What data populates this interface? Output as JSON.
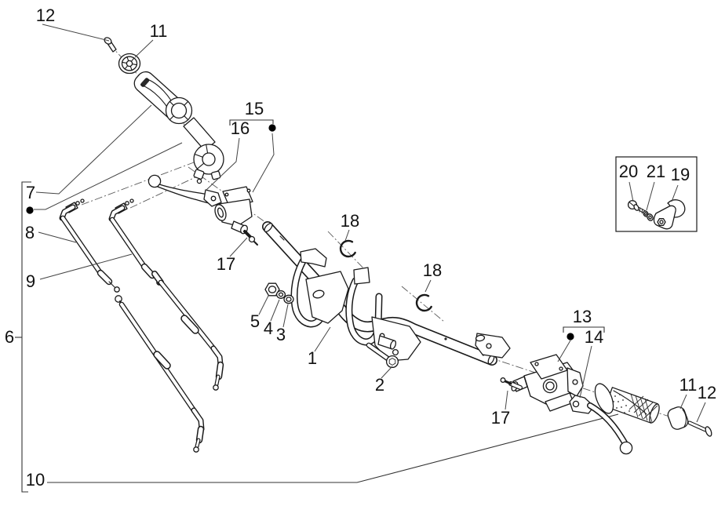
{
  "diagram": {
    "background": "#ffffff",
    "line_color": "#1a1a1a",
    "leader_color": "#444444",
    "label_color": "#111111"
  },
  "part_labels": [
    {
      "id": "12-top-left",
      "text": "12"
    },
    {
      "id": "11-top-left",
      "text": "11"
    },
    {
      "id": "7",
      "text": "7"
    },
    {
      "id": "8",
      "text": "8"
    },
    {
      "id": "9",
      "text": "9"
    },
    {
      "id": "6",
      "text": "6"
    },
    {
      "id": "10",
      "text": "10"
    },
    {
      "id": "15",
      "text": "15"
    },
    {
      "id": "16",
      "text": "16"
    },
    {
      "id": "17-left",
      "text": "17"
    },
    {
      "id": "5",
      "text": "5"
    },
    {
      "id": "4",
      "text": "4"
    },
    {
      "id": "3",
      "text": "3"
    },
    {
      "id": "1",
      "text": "1"
    },
    {
      "id": "2",
      "text": "2"
    },
    {
      "id": "18-upper",
      "text": "18"
    },
    {
      "id": "18-lower",
      "text": "18"
    },
    {
      "id": "13",
      "text": "13"
    },
    {
      "id": "14",
      "text": "14"
    },
    {
      "id": "17-right",
      "text": "17"
    },
    {
      "id": "11-right",
      "text": "11"
    },
    {
      "id": "12-right",
      "text": "12"
    },
    {
      "id": "20",
      "text": "20"
    },
    {
      "id": "21",
      "text": "21"
    },
    {
      "id": "19",
      "text": "19"
    }
  ]
}
